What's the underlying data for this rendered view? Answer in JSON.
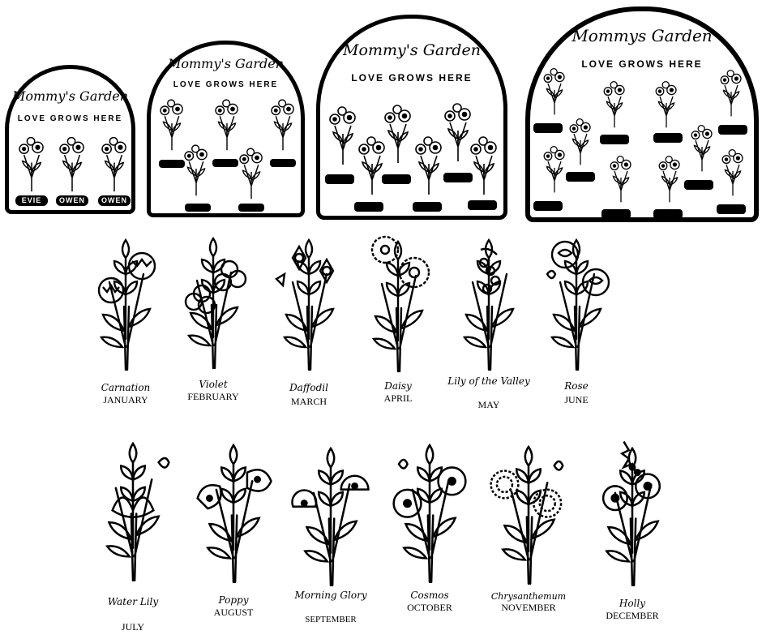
{
  "signs": [
    {
      "title": "Mommy's Garden",
      "subtitle": "LOVE GROWS HERE",
      "names": [
        "EVIE",
        "OWEN",
        "OWEN"
      ]
    },
    {
      "title": "Mommy's Garden",
      "subtitle": "LOVE GROWS HERE"
    },
    {
      "title": "Mommy's Garden",
      "subtitle": "LOVE GROWS HERE"
    },
    {
      "title": "Mommys Garden",
      "subtitle": "LOVE GROWS HERE"
    }
  ],
  "flowers": [
    {
      "name": "Carnation",
      "month": "JANUARY",
      "icon": "carnation-icon"
    },
    {
      "name": "Violet",
      "month": "FEBRUARY",
      "icon": "violet-icon"
    },
    {
      "name": "Daffodil",
      "month": "MARCH",
      "icon": "daffodil-icon"
    },
    {
      "name": "Daisy",
      "month": "APRIL",
      "icon": "daisy-icon"
    },
    {
      "name": "Lily of the Valley",
      "month": "MAY",
      "icon": "lily-of-the-valley-icon"
    },
    {
      "name": "Rose",
      "month": "JUNE",
      "icon": "rose-icon"
    },
    {
      "name": "Water Lily",
      "month": "JULY",
      "icon": "water-lily-icon"
    },
    {
      "name": "Poppy",
      "month": "AUGUST",
      "icon": "poppy-icon"
    },
    {
      "name": "Morning Glory",
      "month": "SEPTEMBER",
      "icon": "morning-glory-icon"
    },
    {
      "name": "Cosmos",
      "month": "OCTOBER",
      "icon": "cosmos-icon"
    },
    {
      "name": "Chrysanthemum",
      "month": "NOVEMBER",
      "icon": "chrysanthemum-icon"
    },
    {
      "name": "Holly",
      "month": "DECEMBER",
      "icon": "holly-icon"
    }
  ]
}
